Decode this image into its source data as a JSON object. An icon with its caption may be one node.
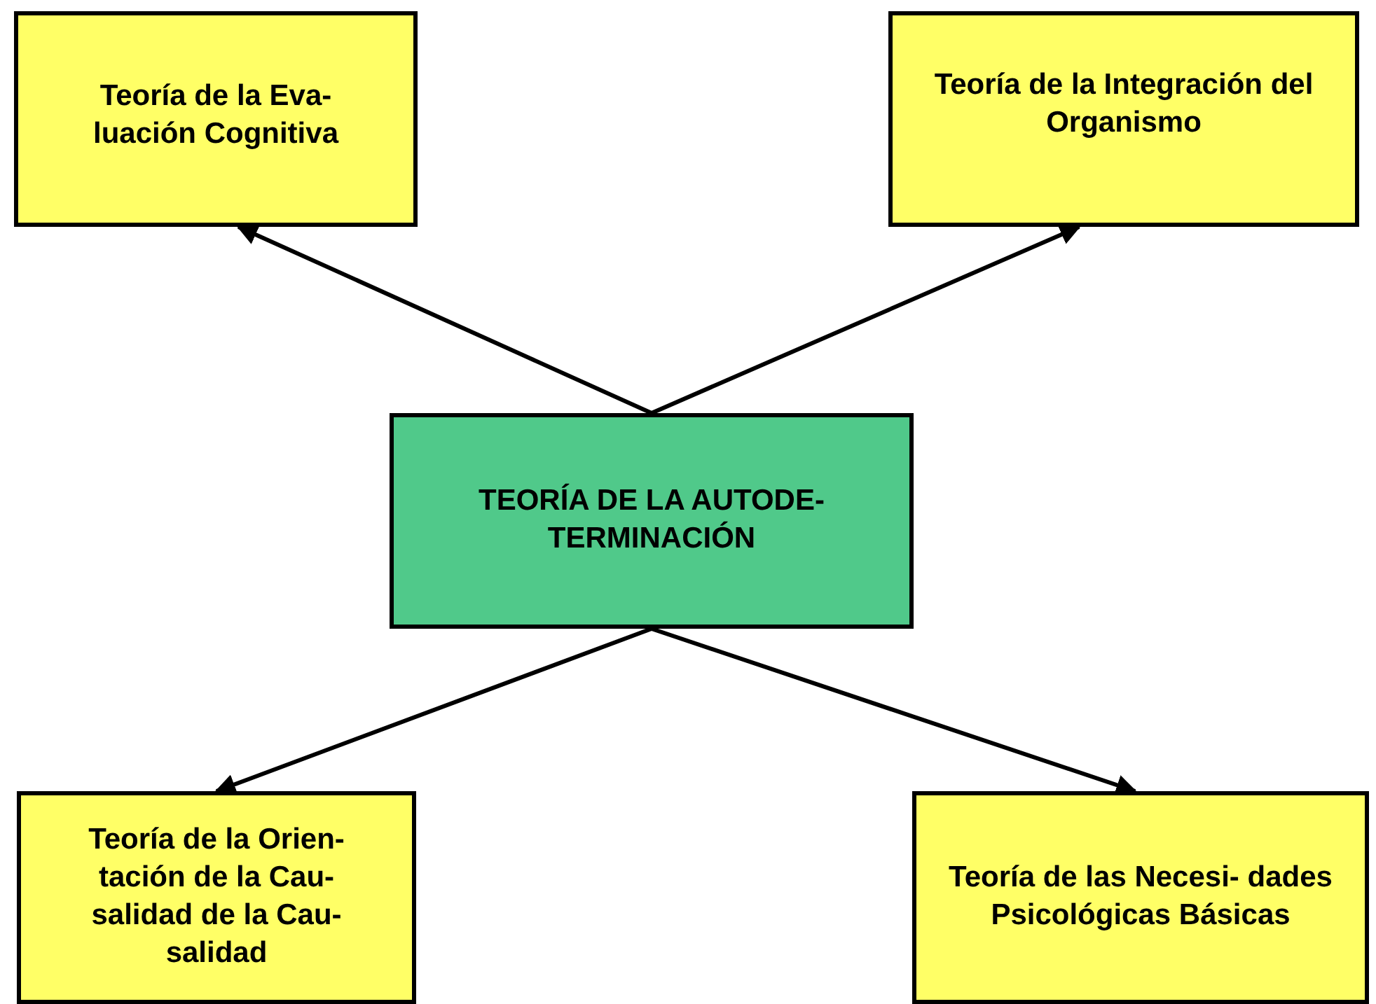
{
  "diagram": {
    "nodes": [
      {
        "text": [
          "Teoría de la Eva- luación Cognitiva"
        ]
      },
      {
        "text": [
          "Teoría de la Integración del Organismo"
        ]
      },
      {
        "text": [
          "TEORÍA DE LA AUTODE- TERMINACIÓN"
        ]
      },
      {
        "text": [
          "Teoría de la Orien- tación de la Cau- salidad de la Cau- salidad"
        ]
      },
      {
        "text": [
          "Teoría de las Necesi- dades Psicológicas Básicas"
        ]
      }
    ],
    "edges": [
      {
        "from": 2,
        "to": 0,
        "arrow": "to"
      },
      {
        "from": 2,
        "to": 1,
        "arrow": "to"
      },
      {
        "from": 2,
        "to": 3,
        "arrow": "to"
      },
      {
        "from": 2,
        "to": 4,
        "arrow": "to"
      }
    ]
  }
}
